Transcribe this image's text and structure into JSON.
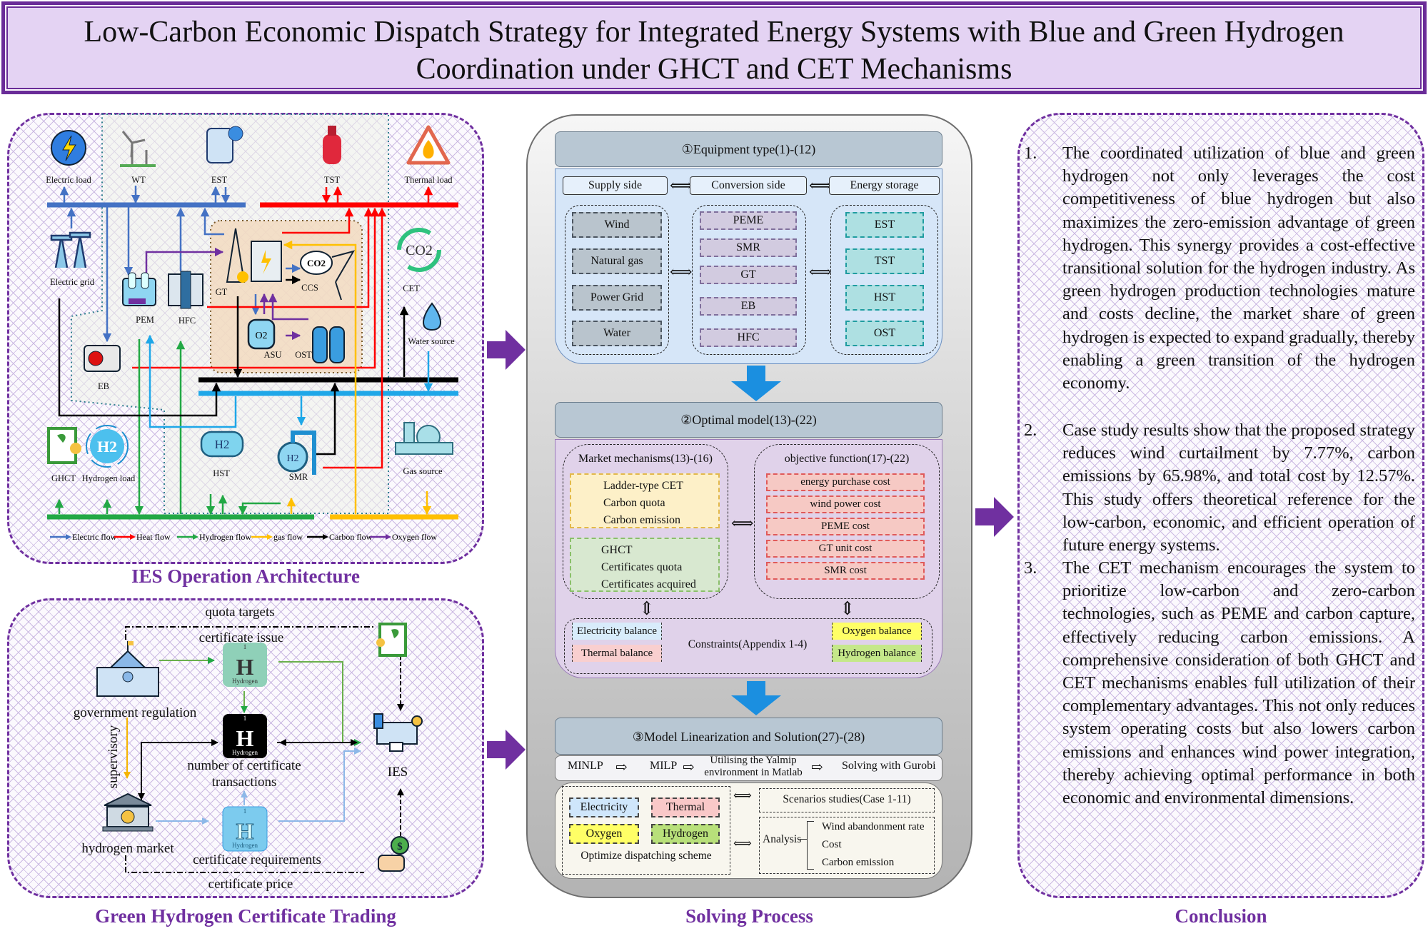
{
  "title": {
    "line1": "Low-Carbon Economic Dispatch Strategy for Integrated Energy Systems with Blue and Green Hydrogen",
    "line2": "Coordination under GHCT and CET Mechanisms"
  },
  "colors": {
    "accent_purple": "#7030a0",
    "electric_flow": "#4472c4",
    "heat_flow": "#ff0000",
    "hydrogen_flow": "#22a845",
    "gas_flow": "#ffc000",
    "carbon_flow": "#000000",
    "oxygen_flow": "#7030a0",
    "water_flow": "#1ea7e8"
  },
  "ies": {
    "caption": "IES Operation Architecture",
    "labels": {
      "electric_load": "Electric load",
      "wt": "WT",
      "est": "EST",
      "tst": "TST",
      "thermal_load": "Thermal load",
      "electric_grid": "Electric grid",
      "pem": "PEM",
      "hfc": "HFC",
      "gt": "GT",
      "ccs": "CCS",
      "cet": "CET",
      "asu": "ASU",
      "ost": "OST",
      "water_source": "Water source",
      "eb": "EB",
      "ghct": "GHCT",
      "hydrogen_load": "Hydrogen load",
      "hst": "HST",
      "smr": "SMR",
      "gas_source": "Gas source"
    },
    "icon_text": {
      "co2": "CO2",
      "h2": "H2",
      "o2": "O2"
    },
    "legend": [
      {
        "label": "Electric flow",
        "color": "#4472c4"
      },
      {
        "label": "Heat flow",
        "color": "#ff0000"
      },
      {
        "label": "Hydrogen flow",
        "color": "#22a845"
      },
      {
        "label": "gas flow",
        "color": "#ffc000"
      },
      {
        "label": "Carbon flow",
        "color": "#000000"
      },
      {
        "label": "Oxygen flow",
        "color": "#7030a0"
      }
    ]
  },
  "ghct": {
    "caption": "Green Hydrogen Certificate Trading",
    "quota_targets": "quota targets",
    "certificate_issue": "certificate issue",
    "government_regulation": "government regulation",
    "supervisory": "supervisory",
    "number_line1": "number of certificate",
    "number_line2": "transactions",
    "hydrogen_market": "hydrogen market",
    "certificate_requirements": "certificate requirements",
    "certificate_price": "certificate price",
    "ies": "IES",
    "tile_symbol": "H",
    "tile_number": "1",
    "tile_name": "Hydrogen"
  },
  "solving": {
    "caption": "Solving Process",
    "step1": {
      "header": "①Equipment type(1)-(12)",
      "supply_header": "Supply side",
      "conversion_header": "Conversion side",
      "storage_header": "Energy storage",
      "supply": [
        "Wind",
        "Natural gas",
        "Power Grid",
        "Water"
      ],
      "conversion": [
        "PEME",
        "SMR",
        "GT",
        "EB",
        "HFC"
      ],
      "storage": [
        "EST",
        "TST",
        "HST",
        "OST"
      ]
    },
    "step2": {
      "header": "②Optimal model(13)-(22)",
      "market_title": "Market mechanisms(13)-(16)",
      "cet_items": [
        "Ladder-type CET",
        "Carbon quota",
        "Carbon emission"
      ],
      "ghct_items": [
        "GHCT",
        "Certificates quota",
        "Certificates acquired"
      ],
      "objective_title": "objective function(17)-(22)",
      "objective_items": [
        "energy purchase cost",
        "wind power cost",
        "PEME cost",
        "GT unit cost",
        "SMR cost"
      ],
      "constraints_label": "Constraints(Appendix 1-4)",
      "constraints": [
        "Electricity balance",
        "Thermal balance",
        "Oxygen balance",
        "Hydrogen balance"
      ]
    },
    "step3": {
      "header": "③Model Linearization and Solution(27)-(28)",
      "flow": [
        "MINLP",
        "MILP",
        "Utilising the Yalmip environment in Matlab",
        "Solving with Gurobi"
      ],
      "schemes": [
        "Electricity",
        "Thermal",
        "Oxygen",
        "Hydrogen"
      ],
      "schemes_label": "Optimize dispatching scheme",
      "scenarios": "Scenarios studies(Case 1-11)",
      "analysis": "Analysis",
      "analysis_items": [
        "Wind abandonment rate",
        "Cost",
        "Carbon emission"
      ]
    }
  },
  "conclusion": {
    "caption": "Conclusion",
    "items": [
      {
        "num": "1.",
        "text": "The coordinated utilization of blue and green hydrogen not only leverages the cost competitiveness of blue hydrogen but also maximizes the zero-emission advantage of green hydrogen. This synergy provides a cost-effective transitional solution for the hydrogen industry. As green hydrogen production technologies mature and costs decline, the market share of green hydrogen is expected to expand gradually, thereby enabling a green transition of the hydrogen economy."
      },
      {
        "num": "2.",
        "text": "Case study results show that the proposed strategy reduces wind curtailment by 7.77%, carbon emissions by 65.98%, and total cost by 12.57%. This study offers theoretical reference for the low-carbon, economic, and efficient operation of future energy systems."
      },
      {
        "num": "3.",
        "text": "The CET mechanism encourages the system to prioritize low-carbon and zero-carbon technologies, such as PEME and carbon capture, effectively reducing carbon emissions. A comprehensive consideration of both GHCT and CET mechanisms enables full utilization of their complementary advantages. This not only reduces system operating costs but also lowers carbon emissions and enhances wind power integration, thereby achieving optimal performance in both economic and environmental dimensions."
      }
    ]
  }
}
